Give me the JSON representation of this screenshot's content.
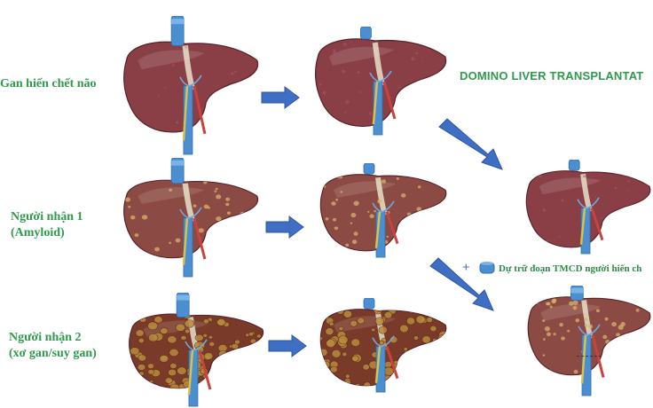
{
  "title": "DOMINO LIVER TRANSPLANTAT",
  "rows": [
    {
      "label_lines": [
        "Gan hiến chết não"
      ]
    },
    {
      "label_lines": [
        "Người nhận 1",
        "(Amyloid)"
      ]
    },
    {
      "label_lines": [
        "Người nhận 2",
        "(xơ gan/suy gan)"
      ]
    }
  ],
  "note": {
    "symbol": "+",
    "text": "Dự trữ đoạn TMCD người hiến ch"
  },
  "colors": {
    "label_green": "#2e9a4c",
    "arrow_blue": "#3f6fc4",
    "liver_healthy": "#8a3f47",
    "liver_amyloid": "#8c4a44",
    "liver_cirrhotic": "#7a3a2a",
    "vessel_blue": "#4b8fd0",
    "vessel_red": "#c8423e",
    "bile_yellow": "#d9c24a"
  },
  "icons": [
    "arrow-right-icon",
    "arrow-diagonal-icon",
    "plus-icon",
    "vessel-segment-icon"
  ]
}
